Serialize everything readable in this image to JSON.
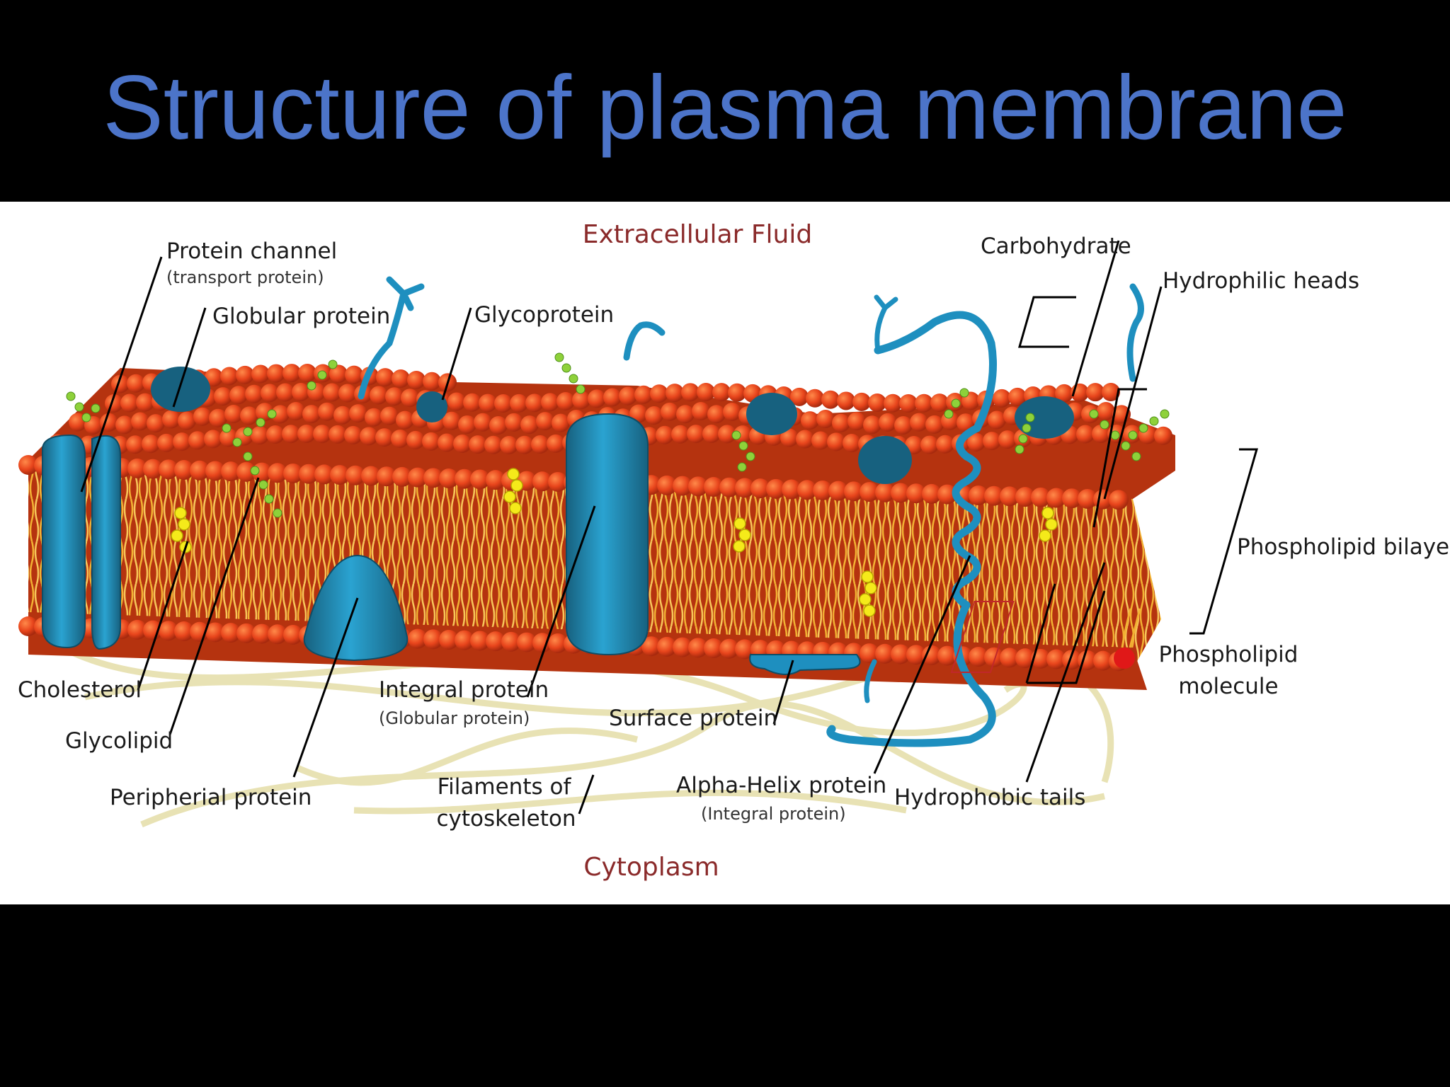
{
  "slide": {
    "title": "Structure of plasma membrane"
  },
  "diagram": {
    "regions": {
      "top": "Extracellular Fluid",
      "bottom": "Cytoplasm"
    },
    "labels": {
      "protein_channel": "Protein channel",
      "protein_channel_sub": "(transport protein)",
      "globular_protein": "Globular protein",
      "glycoprotein": "Glycoprotein",
      "carbohydrate": "Carbohydrate",
      "hydrophilic_heads": "Hydrophilic heads",
      "phospholipid_bilayer": "Phospholipid bilayer",
      "phospholipid_molecule_1": "Phospholipid",
      "phospholipid_molecule_2": "molecule",
      "cholesterol": "Cholesterol",
      "glycolipid": "Glycolipid",
      "peripheral_protein": "Peripherial protein",
      "integral_protein": "Integral protein",
      "integral_protein_sub": "(Globular protein)",
      "surface_protein": "Surface protein",
      "filaments_1": "Filaments of",
      "filaments_2": "cytoskeleton",
      "alpha_helix": "Alpha-Helix protein",
      "alpha_helix_sub": "(Integral protein)",
      "hydrophobic_tails": "Hydrophobic tails"
    },
    "colors": {
      "title_blue": "#4c74c9",
      "heads": "#e8451c",
      "tails": "#f2b233",
      "protein": "#1e8fbf",
      "protein_dark": "#17617f",
      "carbohydrate": "#8ed13a",
      "cholesterol": "#f5ea1a",
      "region_text": "#8a2a2a"
    }
  }
}
